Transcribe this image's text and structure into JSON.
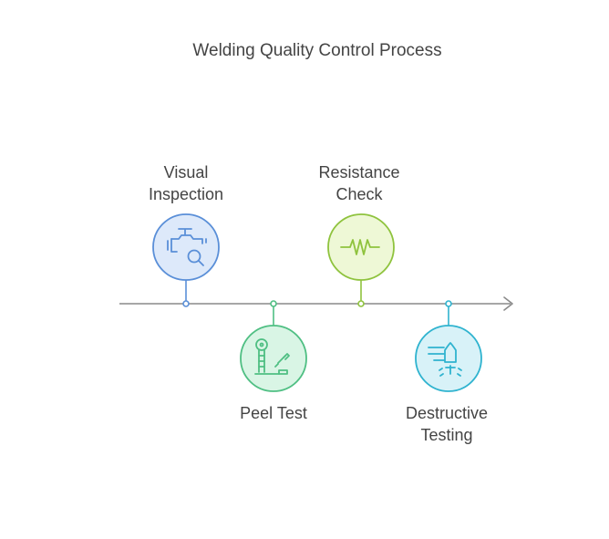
{
  "title": "Welding Quality Control Process",
  "steps": [
    {
      "label": "Visual\nInspection",
      "icon": "visual-inspection-icon",
      "color": "#5a8fd8",
      "fill": "#dde9fa"
    },
    {
      "label": "Peel Test",
      "icon": "peel-test-icon",
      "color": "#4fbf83",
      "fill": "#d9f5e5"
    },
    {
      "label": "Resistance\nCheck",
      "icon": "resistance-icon",
      "color": "#8fc33e",
      "fill": "#eef8d6"
    },
    {
      "label": "Destructive\nTesting",
      "icon": "destructive-testing-icon",
      "color": "#2fb3cf",
      "fill": "#d8f2f8"
    }
  ]
}
